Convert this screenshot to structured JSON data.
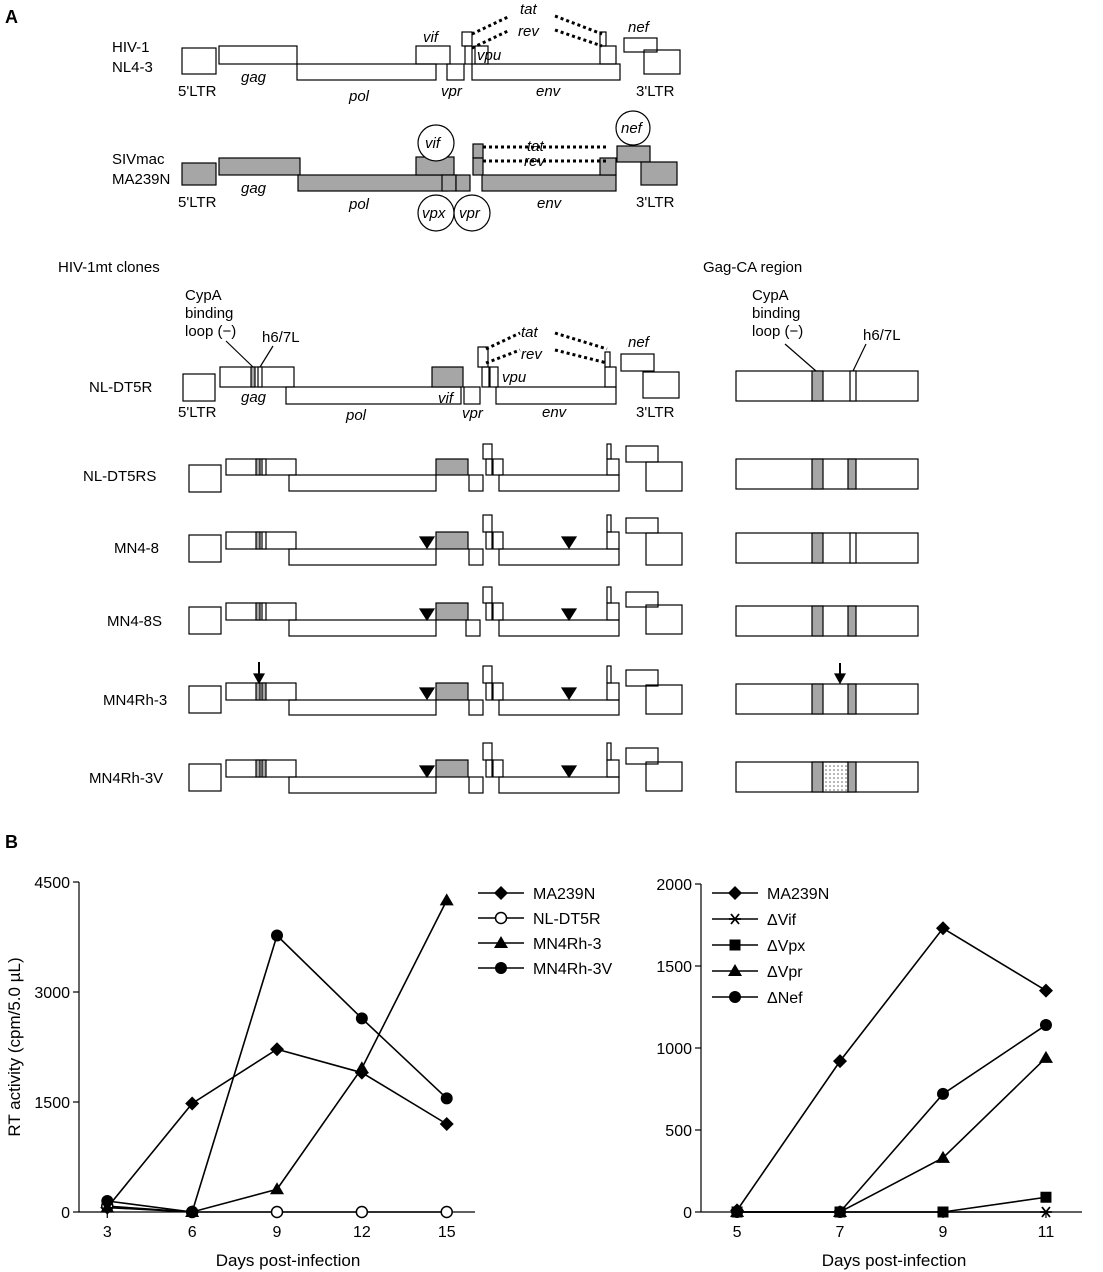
{
  "panels": {
    "a": "A",
    "b": "B"
  },
  "colors": {
    "shaded": "#a6a6a6",
    "line": "#000000",
    "background": "#ffffff"
  },
  "panel_a": {
    "hiv": {
      "name1": "HIV-1",
      "name2": "NL4-3"
    },
    "siv": {
      "name1": "SIVmac",
      "name2": "MA239N"
    },
    "genes": {
      "gag": "gag",
      "pol": "pol",
      "vif": "vif",
      "vpr": "vpr",
      "vpu": "vpu",
      "vpx": "vpx",
      "env": "env",
      "tat": "tat",
      "rev": "rev",
      "nef": "nef",
      "ltr5": "5'LTR",
      "ltr3": "3'LTR"
    },
    "mt_heading": "HIV-1mt clones",
    "ca_heading": "Gag-CA region",
    "cypa": {
      "line1": "CypA",
      "line2": "binding",
      "line3": "loop (−)"
    },
    "h67": "h6/7L",
    "clones": [
      "NL-DT5R",
      "NL-DT5RS",
      "MN4-8",
      "MN4-8S",
      "MN4Rh-3",
      "MN4Rh-3V"
    ]
  },
  "chart_data": [
    {
      "type": "line",
      "title": "",
      "xlabel": "Days post-infection",
      "ylabel": "RT activity (cpm/5.0 µL)",
      "x": [
        3,
        6,
        9,
        12,
        15
      ],
      "xticks": [
        "3",
        "6",
        "9",
        "12",
        "15"
      ],
      "yticks": [
        "0",
        "1500",
        "3000",
        "4500"
      ],
      "xlim": [
        2,
        16
      ],
      "ylim": [
        0,
        4500
      ],
      "legend": "top-right",
      "series": [
        {
          "name": "MA239N",
          "marker": "diamond",
          "values": [
            60,
            1480,
            2220,
            1900,
            1200
          ]
        },
        {
          "name": "NL-DT5R",
          "marker": "open-circle",
          "values": [
            80,
            0,
            0,
            0,
            0
          ]
        },
        {
          "name": "MN4Rh-3",
          "marker": "triangle",
          "values": [
            60,
            0,
            310,
            1960,
            4250
          ]
        },
        {
          "name": "MN4Rh-3V",
          "marker": "circle",
          "values": [
            150,
            0,
            3770,
            2640,
            1550
          ]
        }
      ]
    },
    {
      "type": "line",
      "title": "",
      "xlabel": "Days post-infection",
      "ylabel": "",
      "x": [
        5,
        7,
        9,
        11
      ],
      "xticks": [
        "5",
        "7",
        "9",
        "11"
      ],
      "yticks": [
        "0",
        "500",
        "1000",
        "1500",
        "2000"
      ],
      "xlim": [
        4.3,
        11.7
      ],
      "ylim": [
        0,
        2000
      ],
      "legend": "top-right",
      "series": [
        {
          "name": "MA239N",
          "marker": "diamond",
          "values": [
            10,
            920,
            1730,
            1350
          ]
        },
        {
          "name": "ΔVif",
          "marker": "asterisk",
          "values": [
            0,
            0,
            0,
            0
          ]
        },
        {
          "name": "ΔVpx",
          "marker": "square",
          "values": [
            0,
            0,
            0,
            90
          ]
        },
        {
          "name": "ΔVpr",
          "marker": "triangle",
          "values": [
            0,
            0,
            330,
            940
          ]
        },
        {
          "name": "ΔNef",
          "marker": "circle",
          "values": [
            0,
            0,
            720,
            1140
          ]
        }
      ]
    }
  ]
}
